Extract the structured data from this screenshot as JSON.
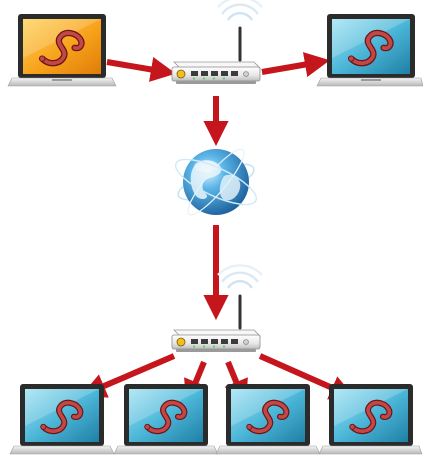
{
  "diagram": {
    "kind": "network-worm-propagation",
    "nodes": {
      "infected_source": {
        "icon": "laptop-icon",
        "screen": "orange",
        "payload": "worm-icon"
      },
      "peer_top_right": {
        "icon": "laptop-icon",
        "screen": "blue",
        "payload": "worm-icon"
      },
      "router_top": {
        "icon": "wireless-router-icon"
      },
      "internet": {
        "icon": "globe-icon"
      },
      "router_bottom": {
        "icon": "wireless-router-icon"
      },
      "victims": [
        {
          "icon": "laptop-icon",
          "screen": "blue",
          "payload": "worm-icon"
        },
        {
          "icon": "laptop-icon",
          "screen": "blue",
          "payload": "worm-icon"
        },
        {
          "icon": "laptop-icon",
          "screen": "blue",
          "payload": "worm-icon"
        },
        {
          "icon": "laptop-icon",
          "screen": "blue",
          "payload": "worm-icon"
        }
      ]
    },
    "edges": [
      {
        "from": "infected_source",
        "to": "router_top"
      },
      {
        "from": "router_top",
        "to": "peer_top_right"
      },
      {
        "from": "router_top",
        "to": "internet"
      },
      {
        "from": "internet",
        "to": "router_bottom"
      },
      {
        "from": "router_bottom",
        "to": "victim_1"
      },
      {
        "from": "router_bottom",
        "to": "victim_2"
      },
      {
        "from": "router_bottom",
        "to": "victim_3"
      },
      {
        "from": "router_bottom",
        "to": "victim_4"
      }
    ],
    "colors": {
      "arrow": "#c4161c",
      "worm_body": "#b83a3a",
      "worm_outline": "#6b1515",
      "screen_orange": "#f29a12",
      "screen_blue": "#3aa6c9",
      "laptop_frame": "#2b2b2b",
      "laptop_base": "#d9d9d9",
      "globe_blue": "#2a8fd0",
      "router_body": "#f2f2f2"
    }
  }
}
